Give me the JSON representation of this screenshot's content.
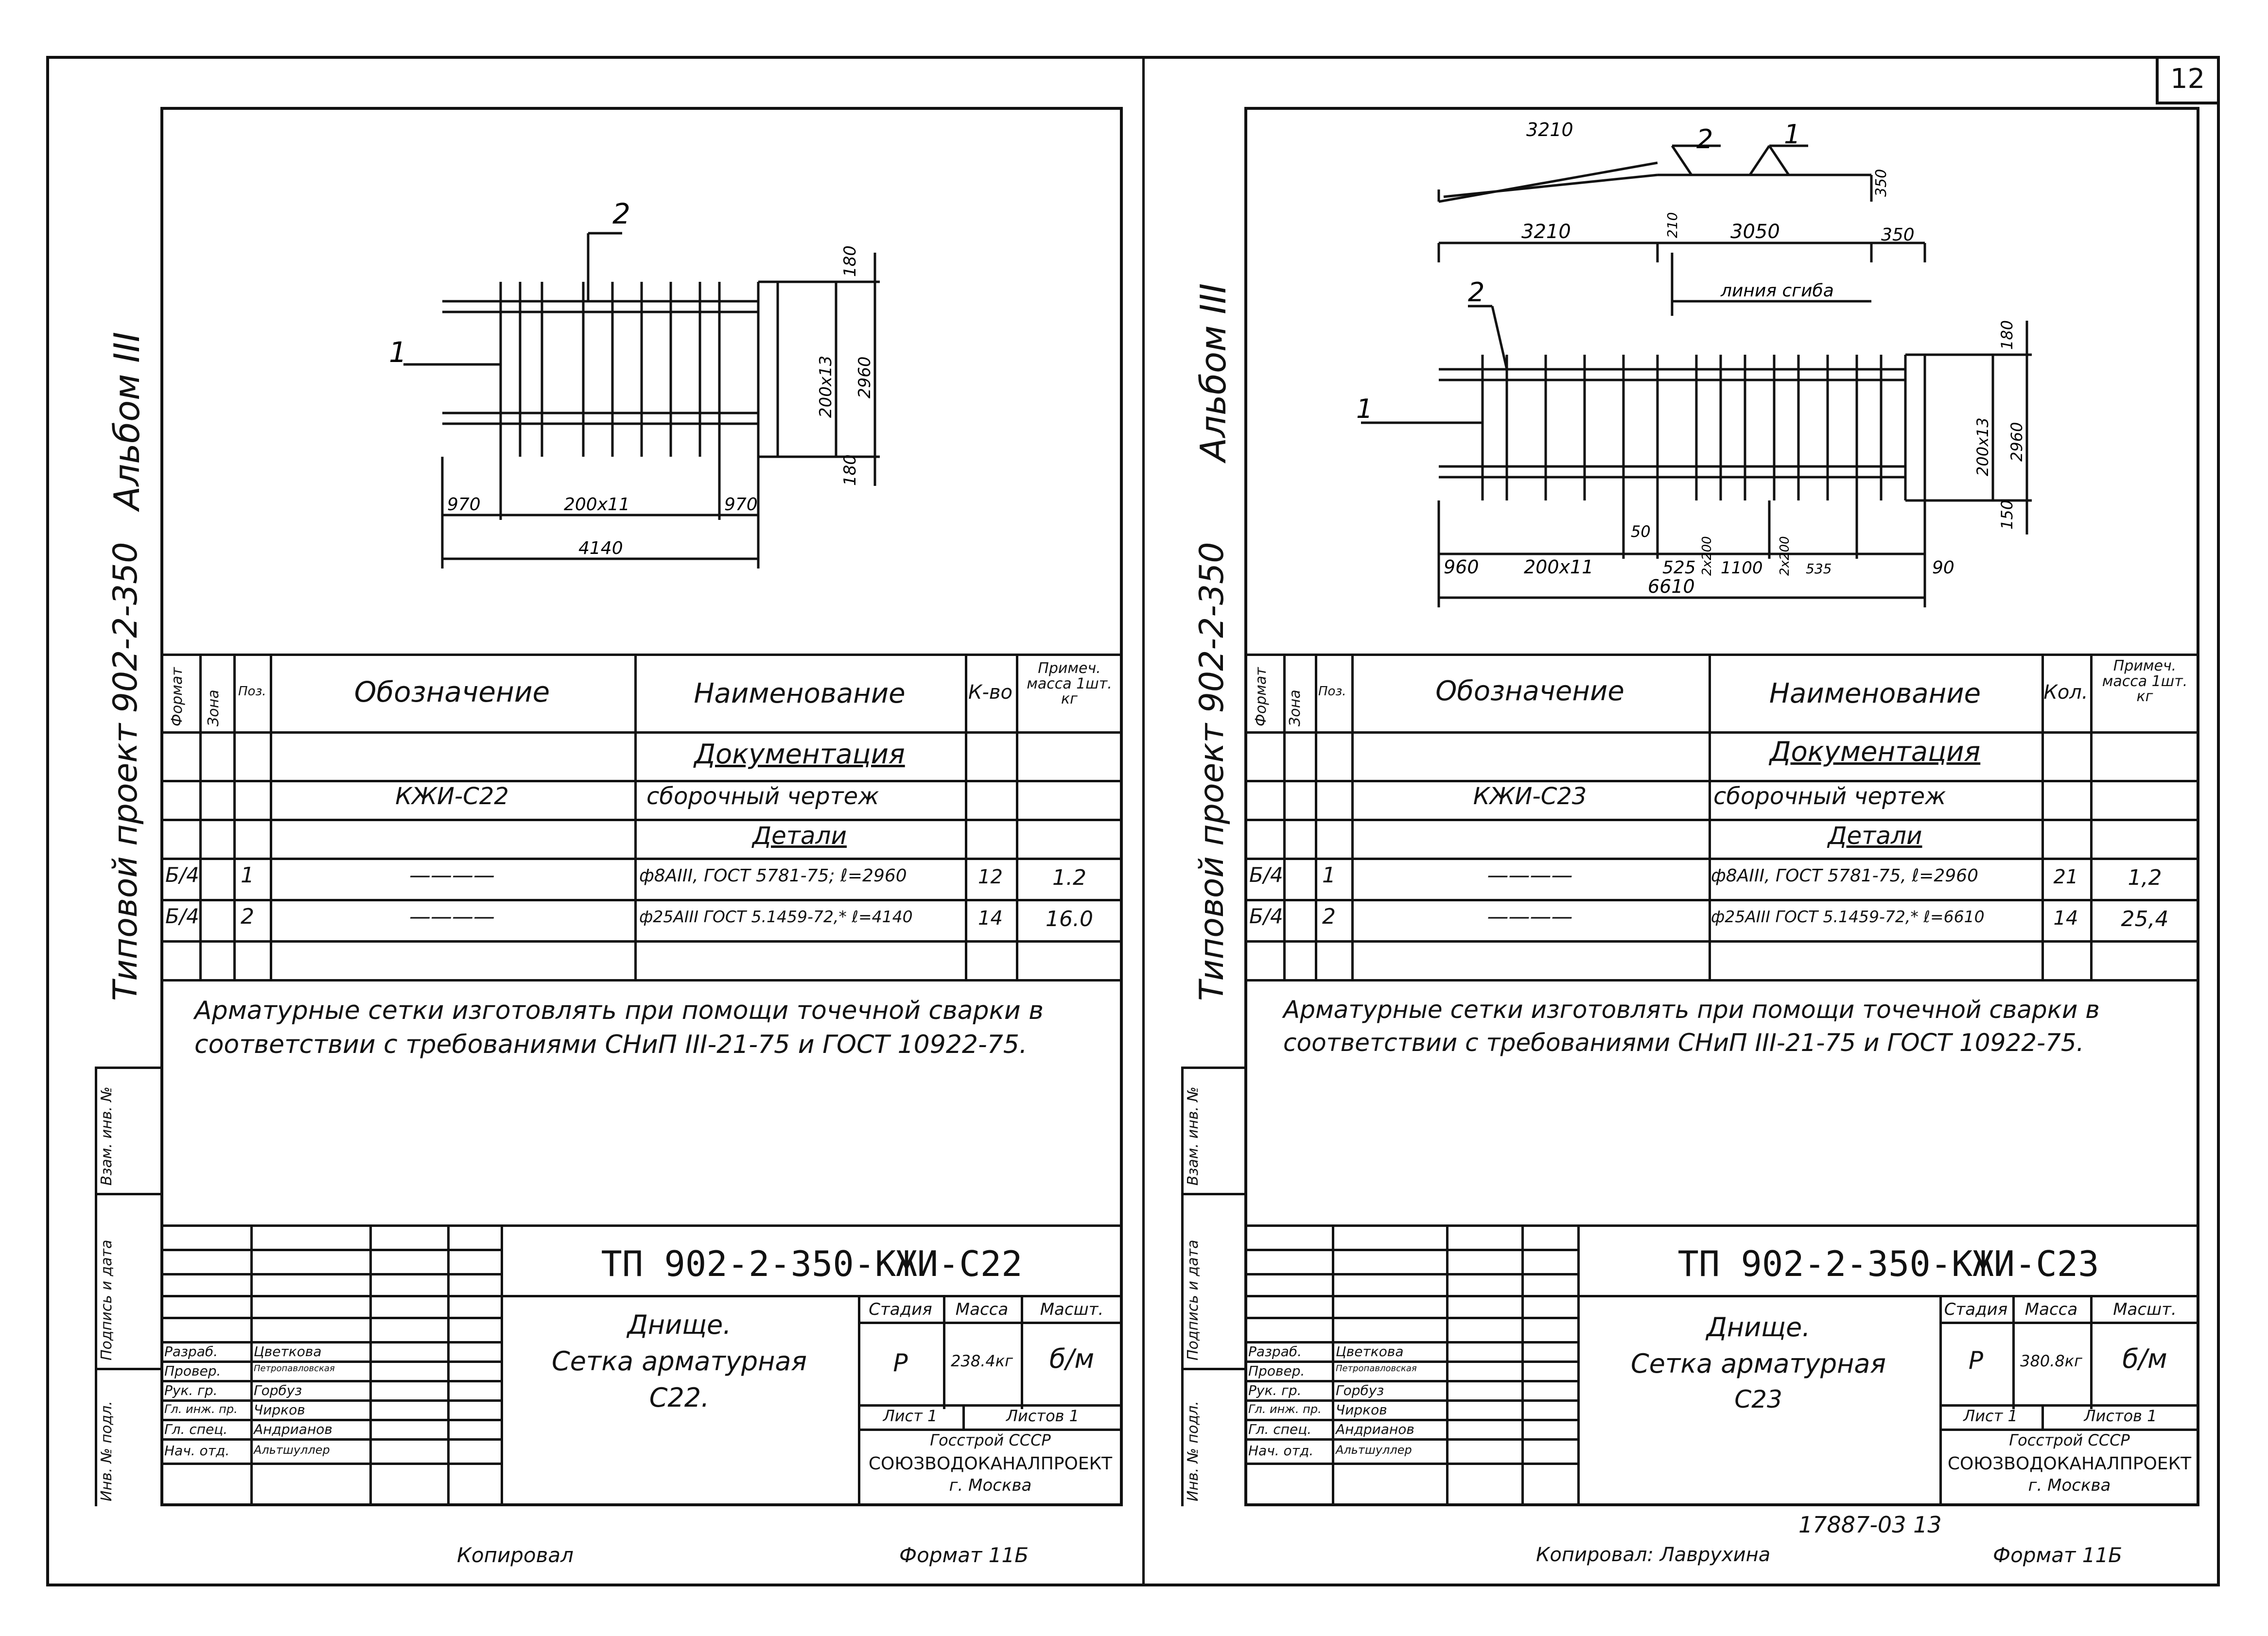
{
  "page_number": "12",
  "bottom_code": "17887-03 13",
  "common": {
    "album": "Альбом III",
    "project": "Типовой проект 902-2-350",
    "col_format": "Формат",
    "col_zone": "Зона",
    "col_pos": "Поз.",
    "col_designation": "Обозначение",
    "col_name": "Наименование",
    "col_note": "Примеч. масса 1шт. кг",
    "section_docs": "Документация",
    "section_parts": "Детали",
    "doc_name": "сборочный чертеж",
    "part_dash": "————",
    "side_inv": "Инв. № подл.",
    "side_sign": "Подпись и дата",
    "side_replace": "Взам. инв. №",
    "title_name1": "Днище.",
    "title_name2": "Сетка арматурная",
    "col_stage": "Стадия",
    "col_mass": "Масса",
    "col_scale": "Масшт.",
    "stage": "Р",
    "scale": "б/м",
    "sheet": "Лист 1",
    "sheets": "Листов 1",
    "org1": "Госстрой СССР",
    "org2": "СОЮЗВОДОКАНАЛПРОЕКТ",
    "org3": "г. Москва",
    "roles": [
      "Разраб.",
      "Провер.",
      "Рук. гр.",
      "Гл. инж. пр.",
      "Гл. спец.",
      "Нач. отд."
    ],
    "people": [
      "Цветкова",
      "Петропавловская",
      "Горбуз",
      "Чирков",
      "Андрианов",
      "Альтшуллер"
    ],
    "format_text": "Формат 11Б"
  },
  "sheets": [
    {
      "col_qty": "К-во",
      "designation": "КЖИ-С22",
      "code": "ТП 902-2-350-КЖИ-С22",
      "title_name3": "С22.",
      "mass": "238.4кг",
      "copied": "Копировал",
      "note": "Арматурные сетки изготовлять при помощи точечной сварки в соответствии с требованиями СНиП III-21-75 и ГОСТ 10922-75.",
      "parts": [
        {
          "fmt": "Б/4",
          "pos": "1",
          "name": "ф8АIII, ГОСТ 5781-75; ℓ=2960",
          "qty": "12",
          "mass": "1.2"
        },
        {
          "fmt": "Б/4",
          "pos": "2",
          "name": "ф25АIII ГОСТ 5.1459-72,* ℓ=4140",
          "qty": "14",
          "mass": "16.0"
        }
      ],
      "dims": {
        "d180a": "180",
        "d200x13": "200x13",
        "d2960": "2960",
        "d180b": "180",
        "d970a": "970",
        "d200x11": "200x11",
        "d970b": "970",
        "d4140": "4140",
        "lbl1": "1",
        "lbl2": "2"
      }
    },
    {
      "col_qty": "Кол.",
      "designation": "КЖИ-С23",
      "code": "ТП 902-2-350-КЖИ-С23",
      "title_name3": "С23",
      "mass": "380.8кг",
      "copied": "Копировал: Лаврухина",
      "note": "Арматурные сетки изготовлять при помощи точечной сварки в соответствии с требованиями СНиП III-21-75 и ГОСТ 10922-75.",
      "parts": [
        {
          "fmt": "Б/4",
          "pos": "1",
          "name": "ф8АIII, ГОСТ 5781-75, ℓ=2960",
          "qty": "21",
          "mass": "1,2"
        },
        {
          "fmt": "Б/4",
          "pos": "2",
          "name": "ф25АIII ГОСТ 5.1459-72,* ℓ=6610",
          "qty": "14",
          "mass": "25,4"
        }
      ],
      "dims": {
        "top3210": "3210",
        "top350": "350",
        "t210": "210",
        "d3210": "3210",
        "d3050": "3050",
        "d350": "350",
        "fold": "линия сгиба",
        "d180": "180",
        "d200x13": "200x13",
        "d2960": "2960",
        "d150": "150",
        "d50": "50",
        "d960": "960",
        "d200x11": "200x11",
        "d525": "525",
        "d2x200a": "2x200",
        "d1100": "1100",
        "d2x200b": "2x200",
        "d535": "535",
        "d90": "90",
        "d6610": "6610",
        "lbl1": "1",
        "lbl2": "2"
      }
    }
  ]
}
